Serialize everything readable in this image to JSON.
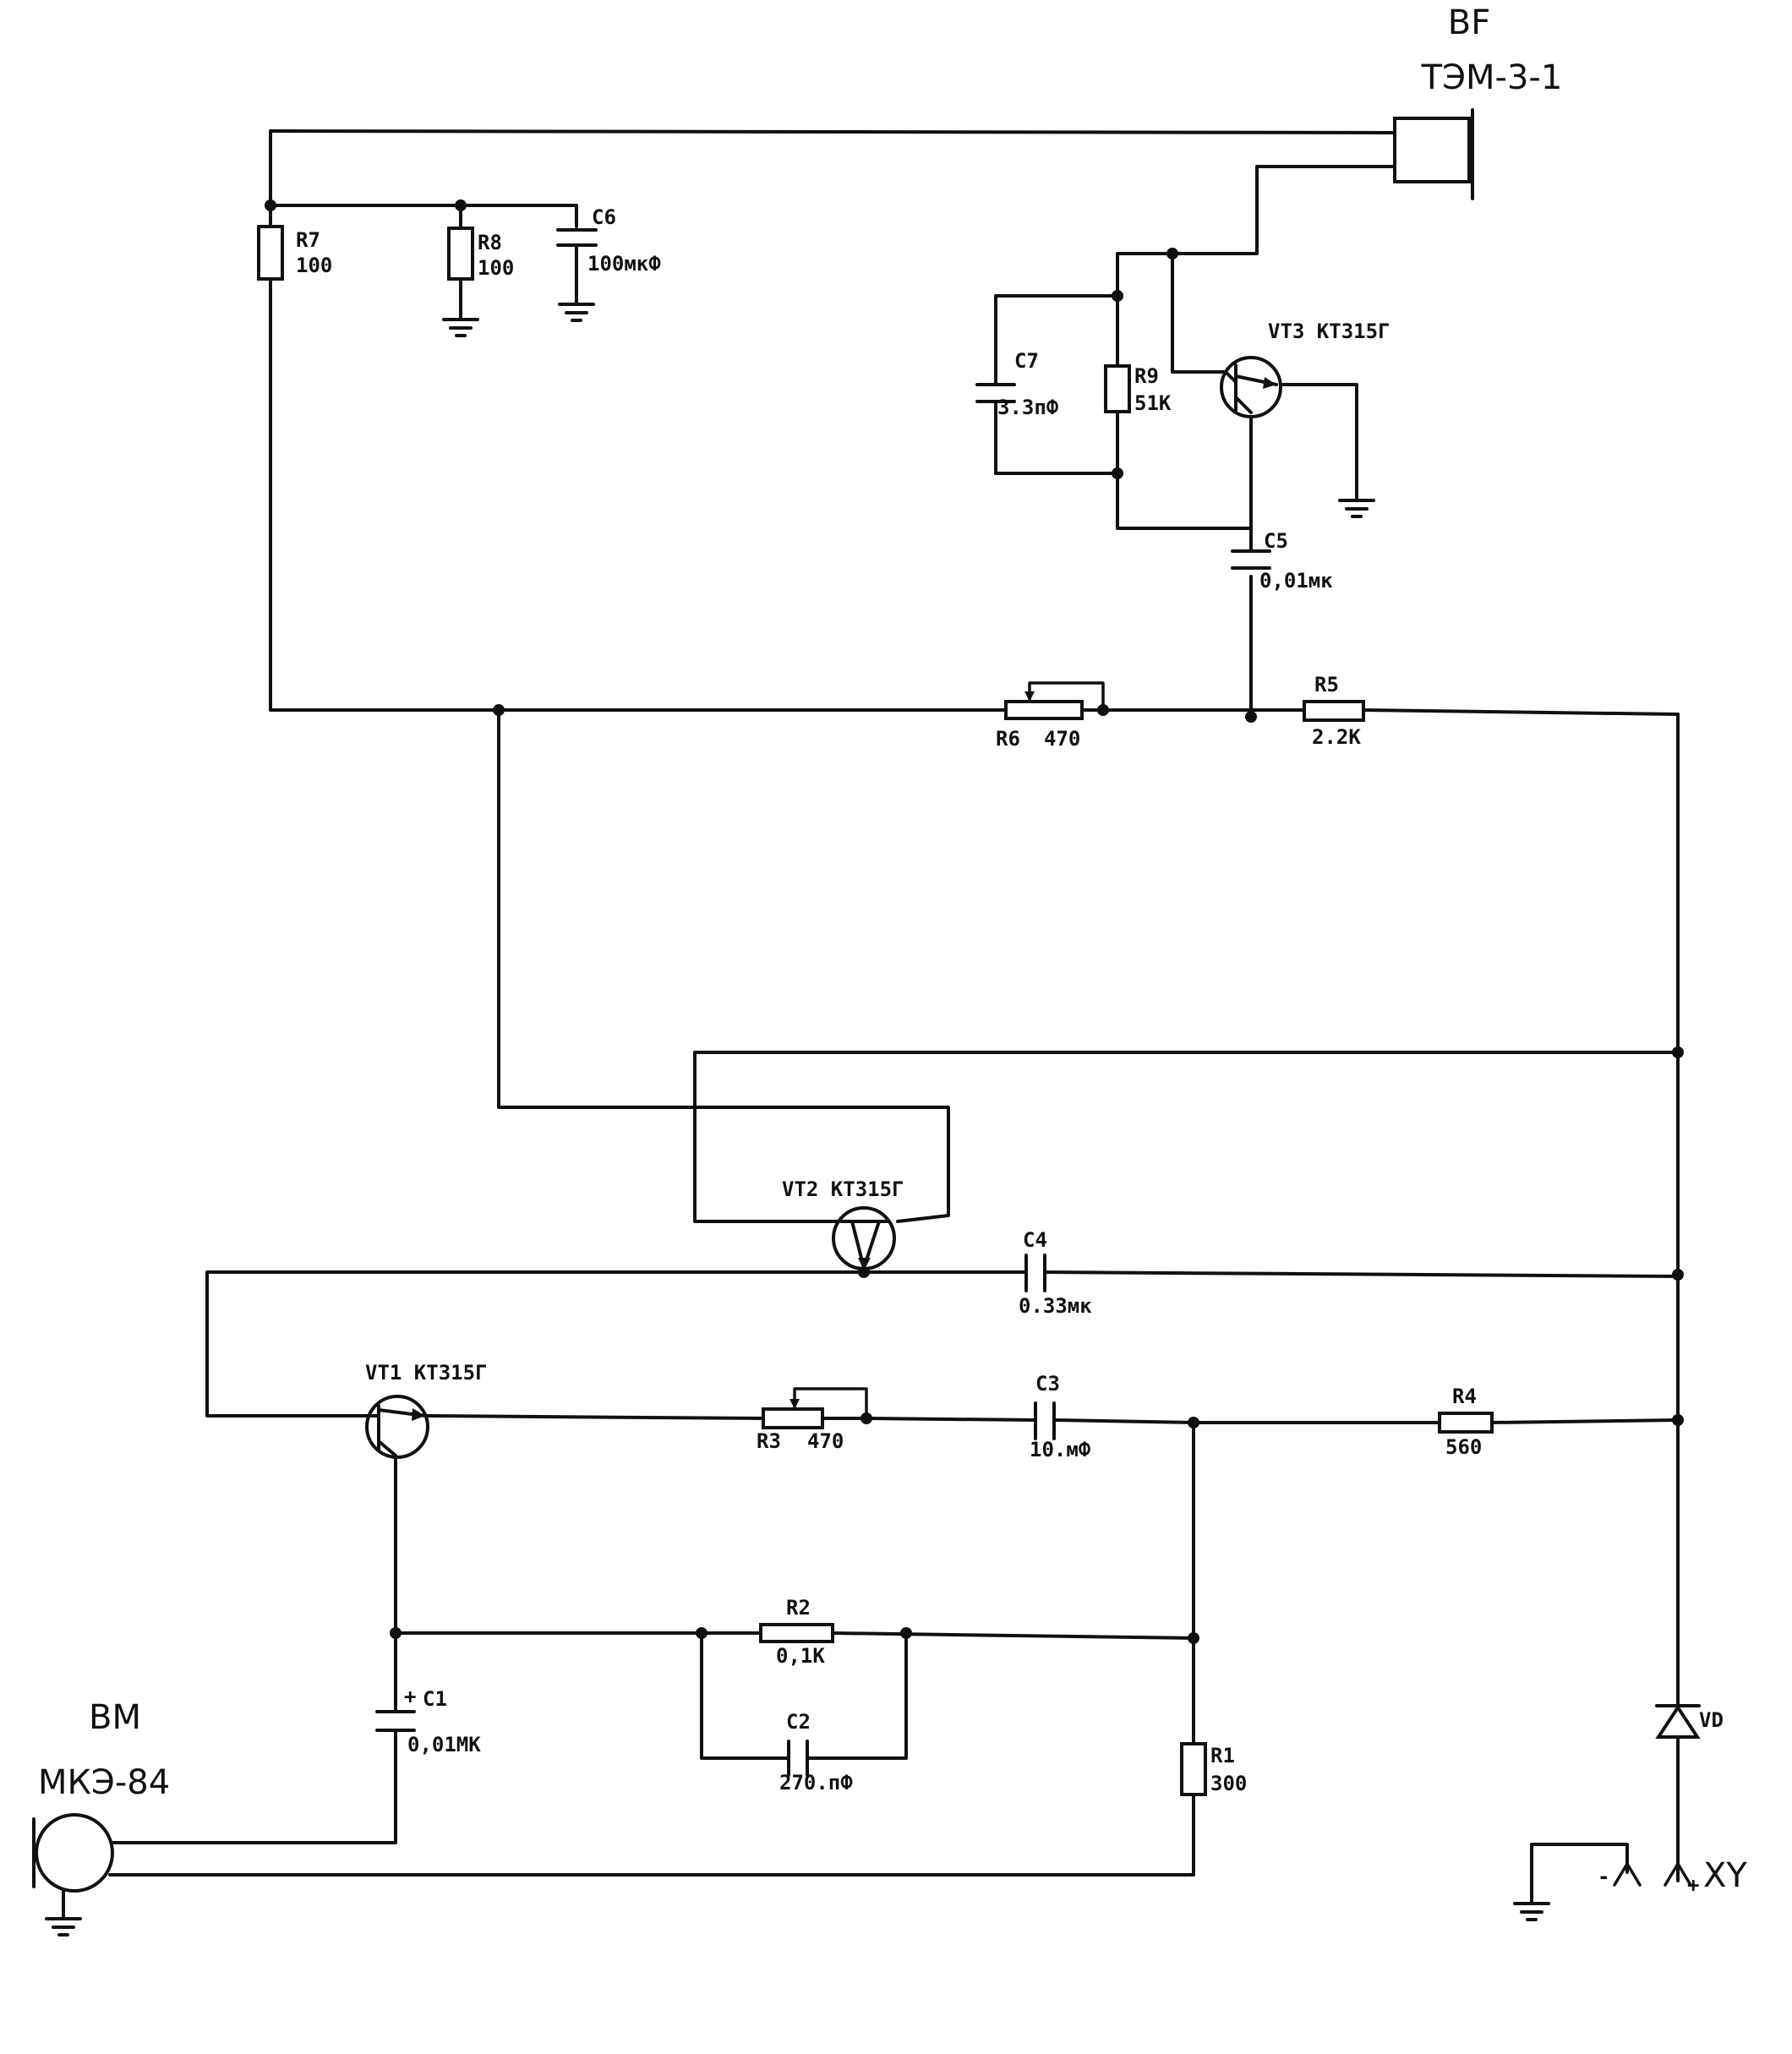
{
  "speaker": {
    "ref": "BF",
    "model": "ТЭМ-3-1"
  },
  "microphone": {
    "ref": "BM",
    "model": "МКЭ-84"
  },
  "transistors": {
    "vt1": {
      "label": "VT1 KT315Г"
    },
    "vt2": {
      "label": "VT2 KT315Г"
    },
    "vt3": {
      "label": "VT3 KT315Г"
    }
  },
  "resistors": {
    "r1": {
      "ref": "R1",
      "value": "300"
    },
    "r2": {
      "ref": "R2",
      "value": "0,1K"
    },
    "r3": {
      "ref": "R3",
      "value": "470"
    },
    "r4": {
      "ref": "R4",
      "value": "560"
    },
    "r5": {
      "ref": "R5",
      "value": "2.2K"
    },
    "r6": {
      "ref": "R6",
      "value": "470"
    },
    "r7": {
      "ref": "R7",
      "value": "100"
    },
    "r8": {
      "ref": "R8",
      "value": "100"
    },
    "r9": {
      "ref": "R9",
      "value": "51K"
    }
  },
  "capacitors": {
    "c1": {
      "ref": "C1",
      "value": "0,01MK",
      "polarity": "+"
    },
    "c2": {
      "ref": "C2",
      "value": "270.пФ"
    },
    "c3": {
      "ref": "C3",
      "value": "10.мФ"
    },
    "c4": {
      "ref": "C4",
      "value": "0.33мк"
    },
    "c5": {
      "ref": "C5",
      "value": "0,01мк"
    },
    "c6": {
      "ref": "C6",
      "value": "100мкФ"
    },
    "c7": {
      "ref": "C7",
      "value": "3.3пФ"
    }
  },
  "diode": {
    "ref": "VD"
  },
  "connector": {
    "ref": "XY",
    "minus": "-",
    "plus": "+"
  }
}
